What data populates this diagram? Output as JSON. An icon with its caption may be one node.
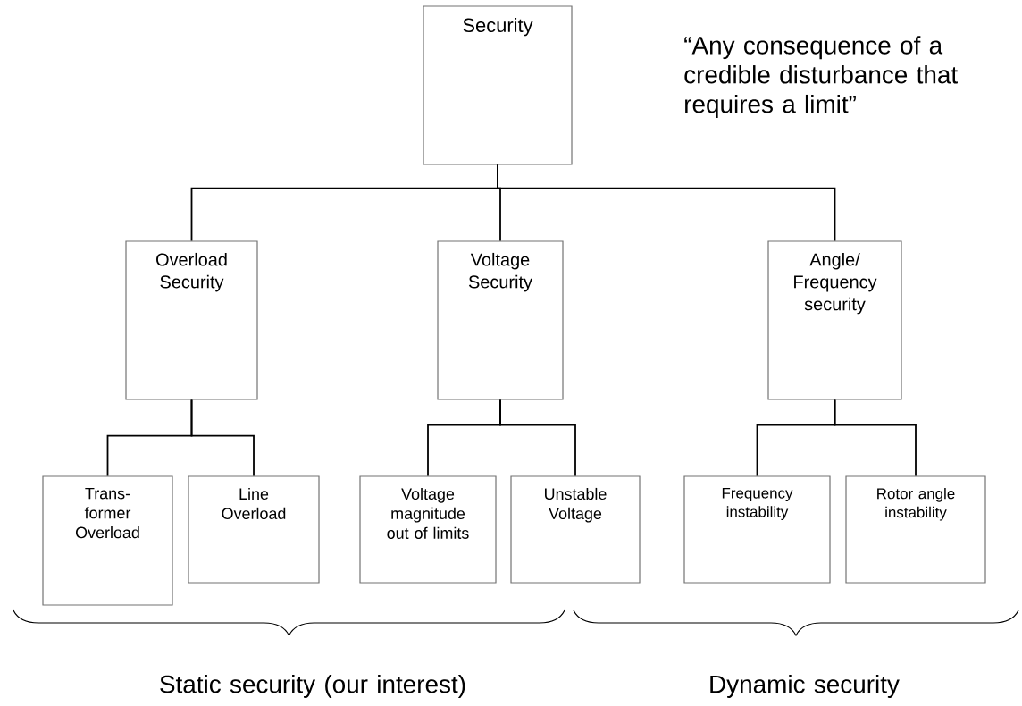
{
  "diagram": {
    "nodes": [
      {
        "text": [
          "Security"
        ]
      },
      {
        "text": [
          "Overload Security"
        ]
      },
      {
        "text": [
          "Voltage Security"
        ]
      },
      {
        "text": [
          "Angle/ Frequency security"
        ]
      },
      {
        "text": [
          "Trans- former Overload"
        ]
      },
      {
        "text": [
          "Line Overload"
        ]
      },
      {
        "text": [
          "Voltage magnitude out of limits"
        ]
      },
      {
        "text": [
          "Unstable Voltage"
        ]
      },
      {
        "text": [
          "Frequency instability"
        ]
      },
      {
        "text": [
          "Rotor angle instability"
        ]
      }
    ],
    "edges": [
      {
        "from": 0,
        "to": 1,
        "arrow": "none"
      },
      {
        "from": 0,
        "to": 2,
        "arrow": "none"
      },
      {
        "from": 0,
        "to": 3,
        "arrow": "none"
      },
      {
        "from": 1,
        "to": 4,
        "arrow": "none"
      },
      {
        "from": 1,
        "to": 5,
        "arrow": "none"
      },
      {
        "from": 2,
        "to": 6,
        "arrow": "none"
      },
      {
        "from": 2,
        "to": 7,
        "arrow": "none"
      },
      {
        "from": 3,
        "to": 8,
        "arrow": "none"
      },
      {
        "from": 3,
        "to": 9,
        "arrow": "none"
      }
    ],
    "labels": [
      "“Any consequence of a credible disturbance that requires a limit”",
      "Static security (our interest)",
      "Dynamic security"
    ]
  }
}
